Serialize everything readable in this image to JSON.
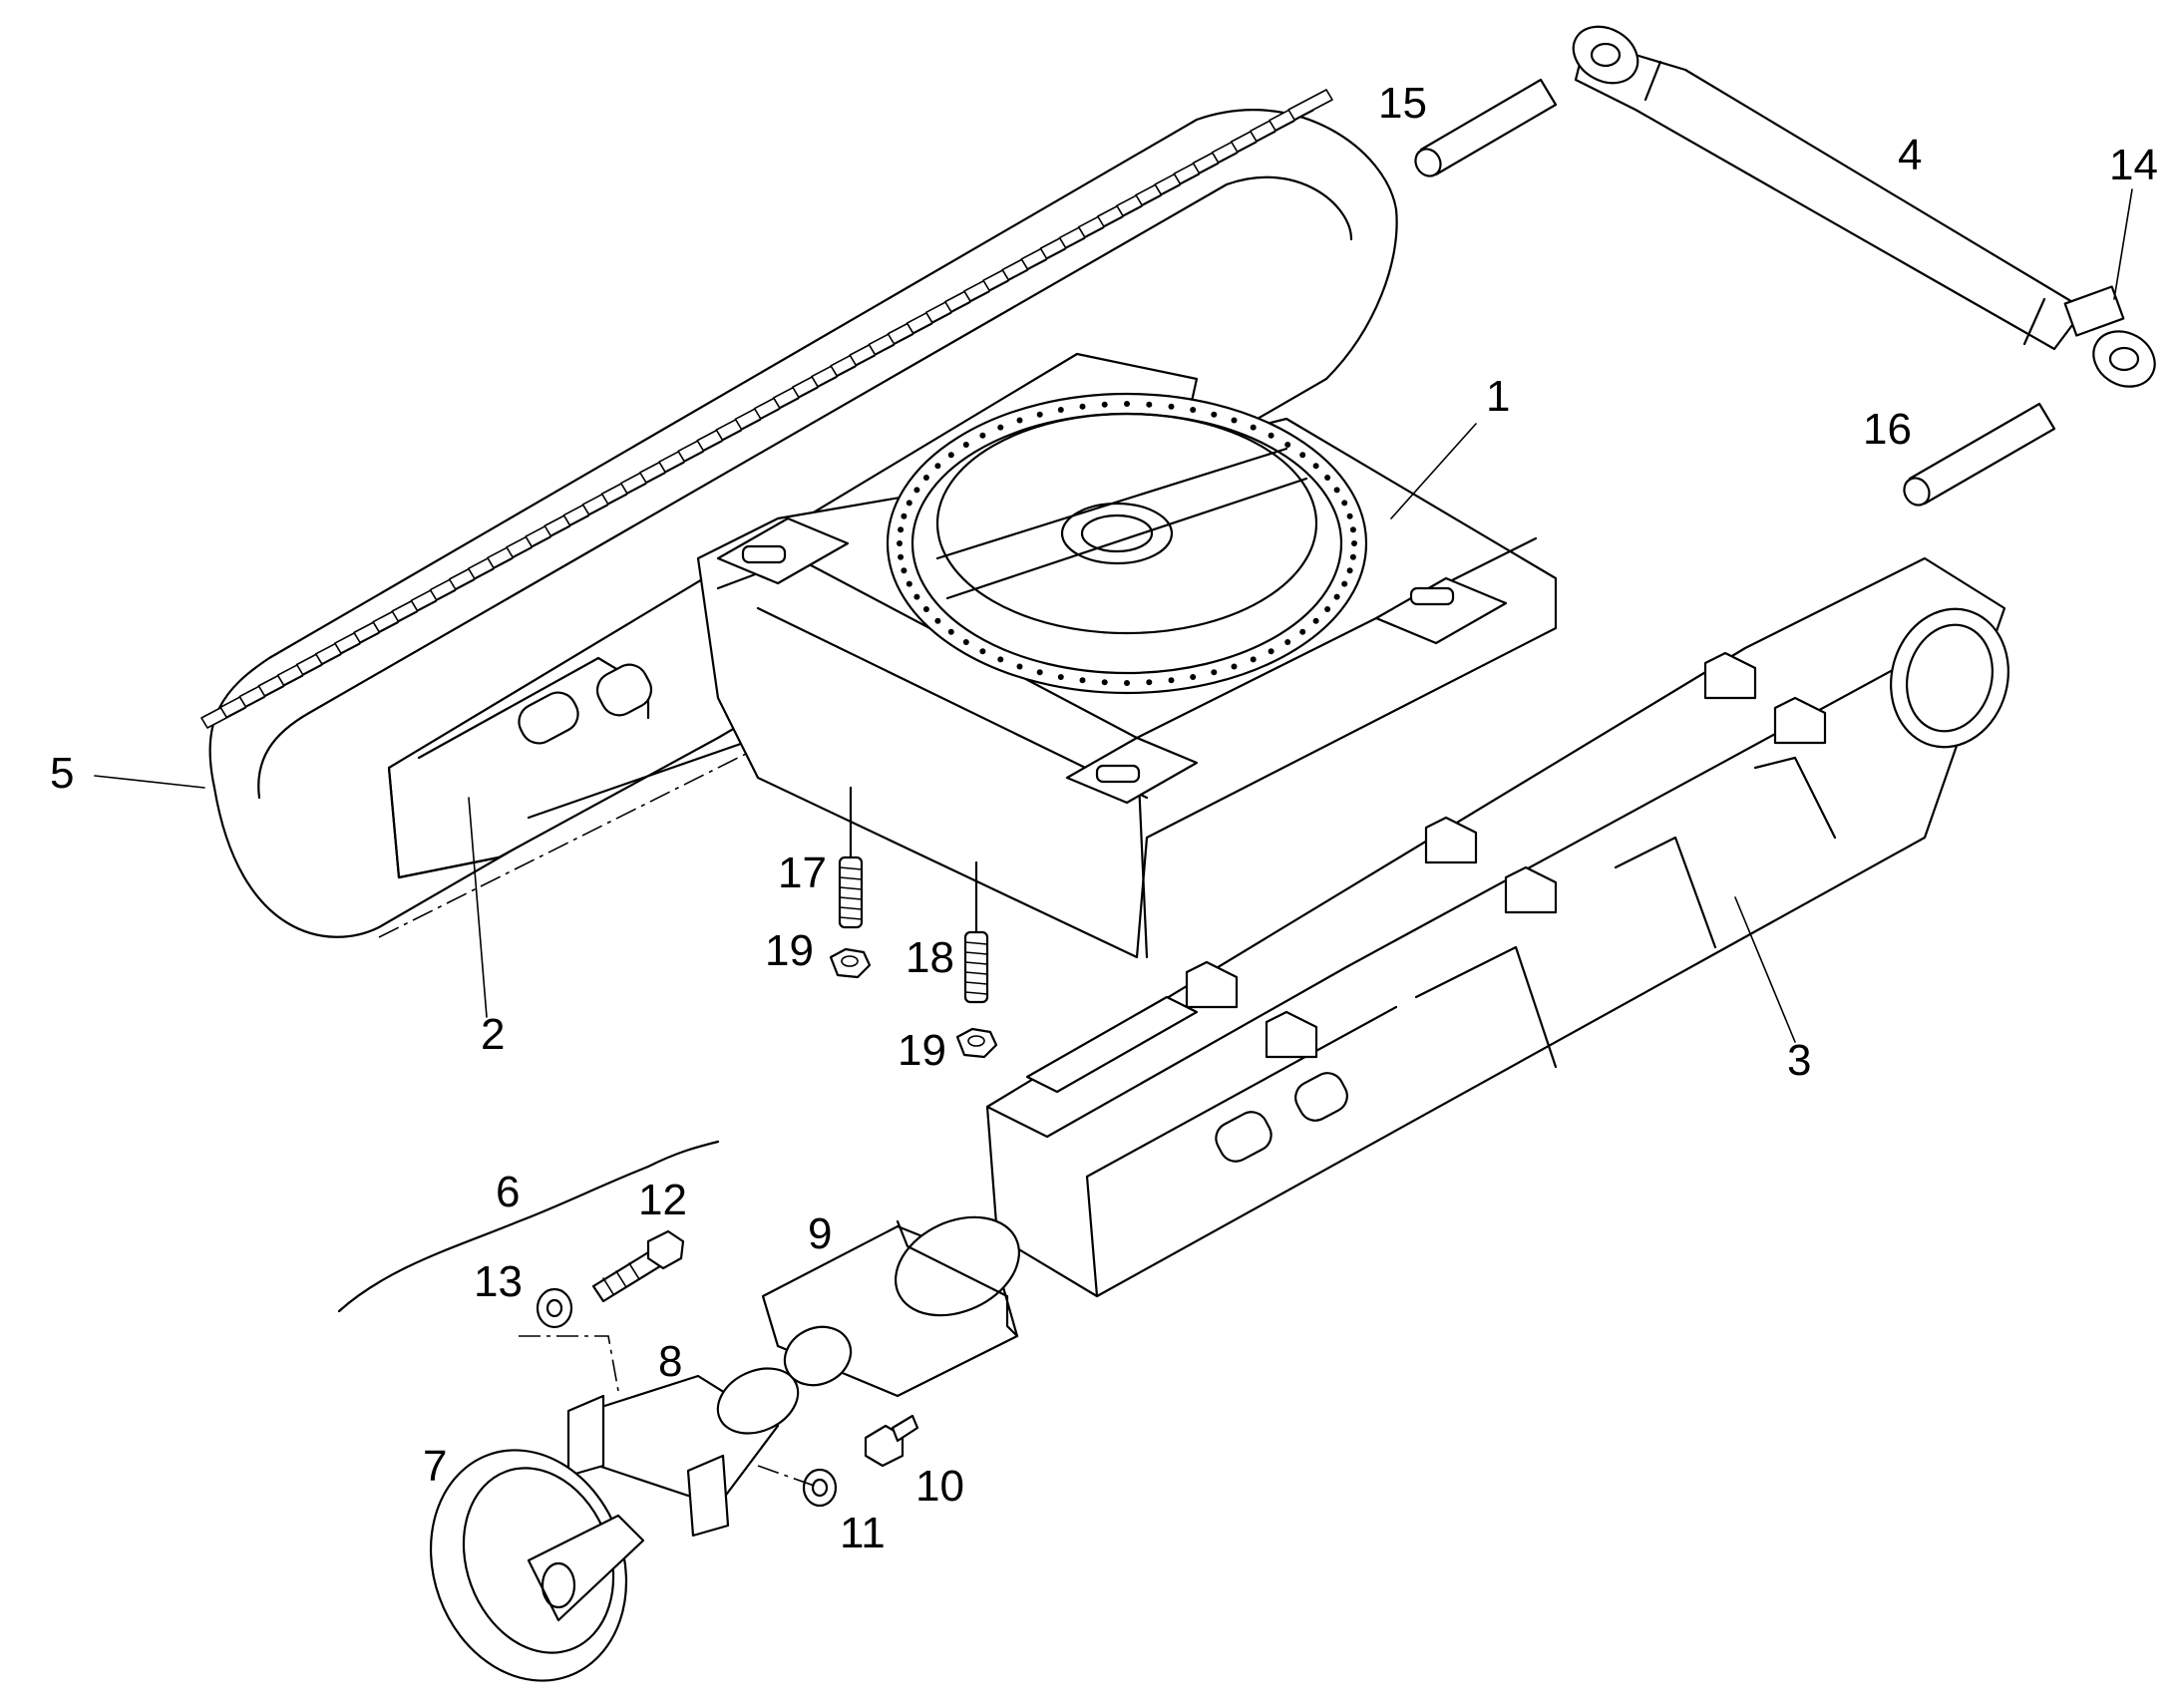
{
  "diagram": {
    "callouts": [
      {
        "id": "c1",
        "text": "1"
      },
      {
        "id": "c2",
        "text": "2"
      },
      {
        "id": "c3",
        "text": "3"
      },
      {
        "id": "c4",
        "text": "4"
      },
      {
        "id": "c5",
        "text": "5"
      },
      {
        "id": "c6",
        "text": "6"
      },
      {
        "id": "c7",
        "text": "7"
      },
      {
        "id": "c8",
        "text": "8"
      },
      {
        "id": "c9",
        "text": "9"
      },
      {
        "id": "c10",
        "text": "10"
      },
      {
        "id": "c11",
        "text": "11"
      },
      {
        "id": "c12",
        "text": "12"
      },
      {
        "id": "c13",
        "text": "13"
      },
      {
        "id": "c14",
        "text": "14"
      },
      {
        "id": "c15",
        "text": "15"
      },
      {
        "id": "c16",
        "text": "16"
      },
      {
        "id": "c17",
        "text": "17"
      },
      {
        "id": "c18",
        "text": "18"
      },
      {
        "id": "c19a",
        "text": "19"
      },
      {
        "id": "c19b",
        "text": "19"
      }
    ]
  }
}
